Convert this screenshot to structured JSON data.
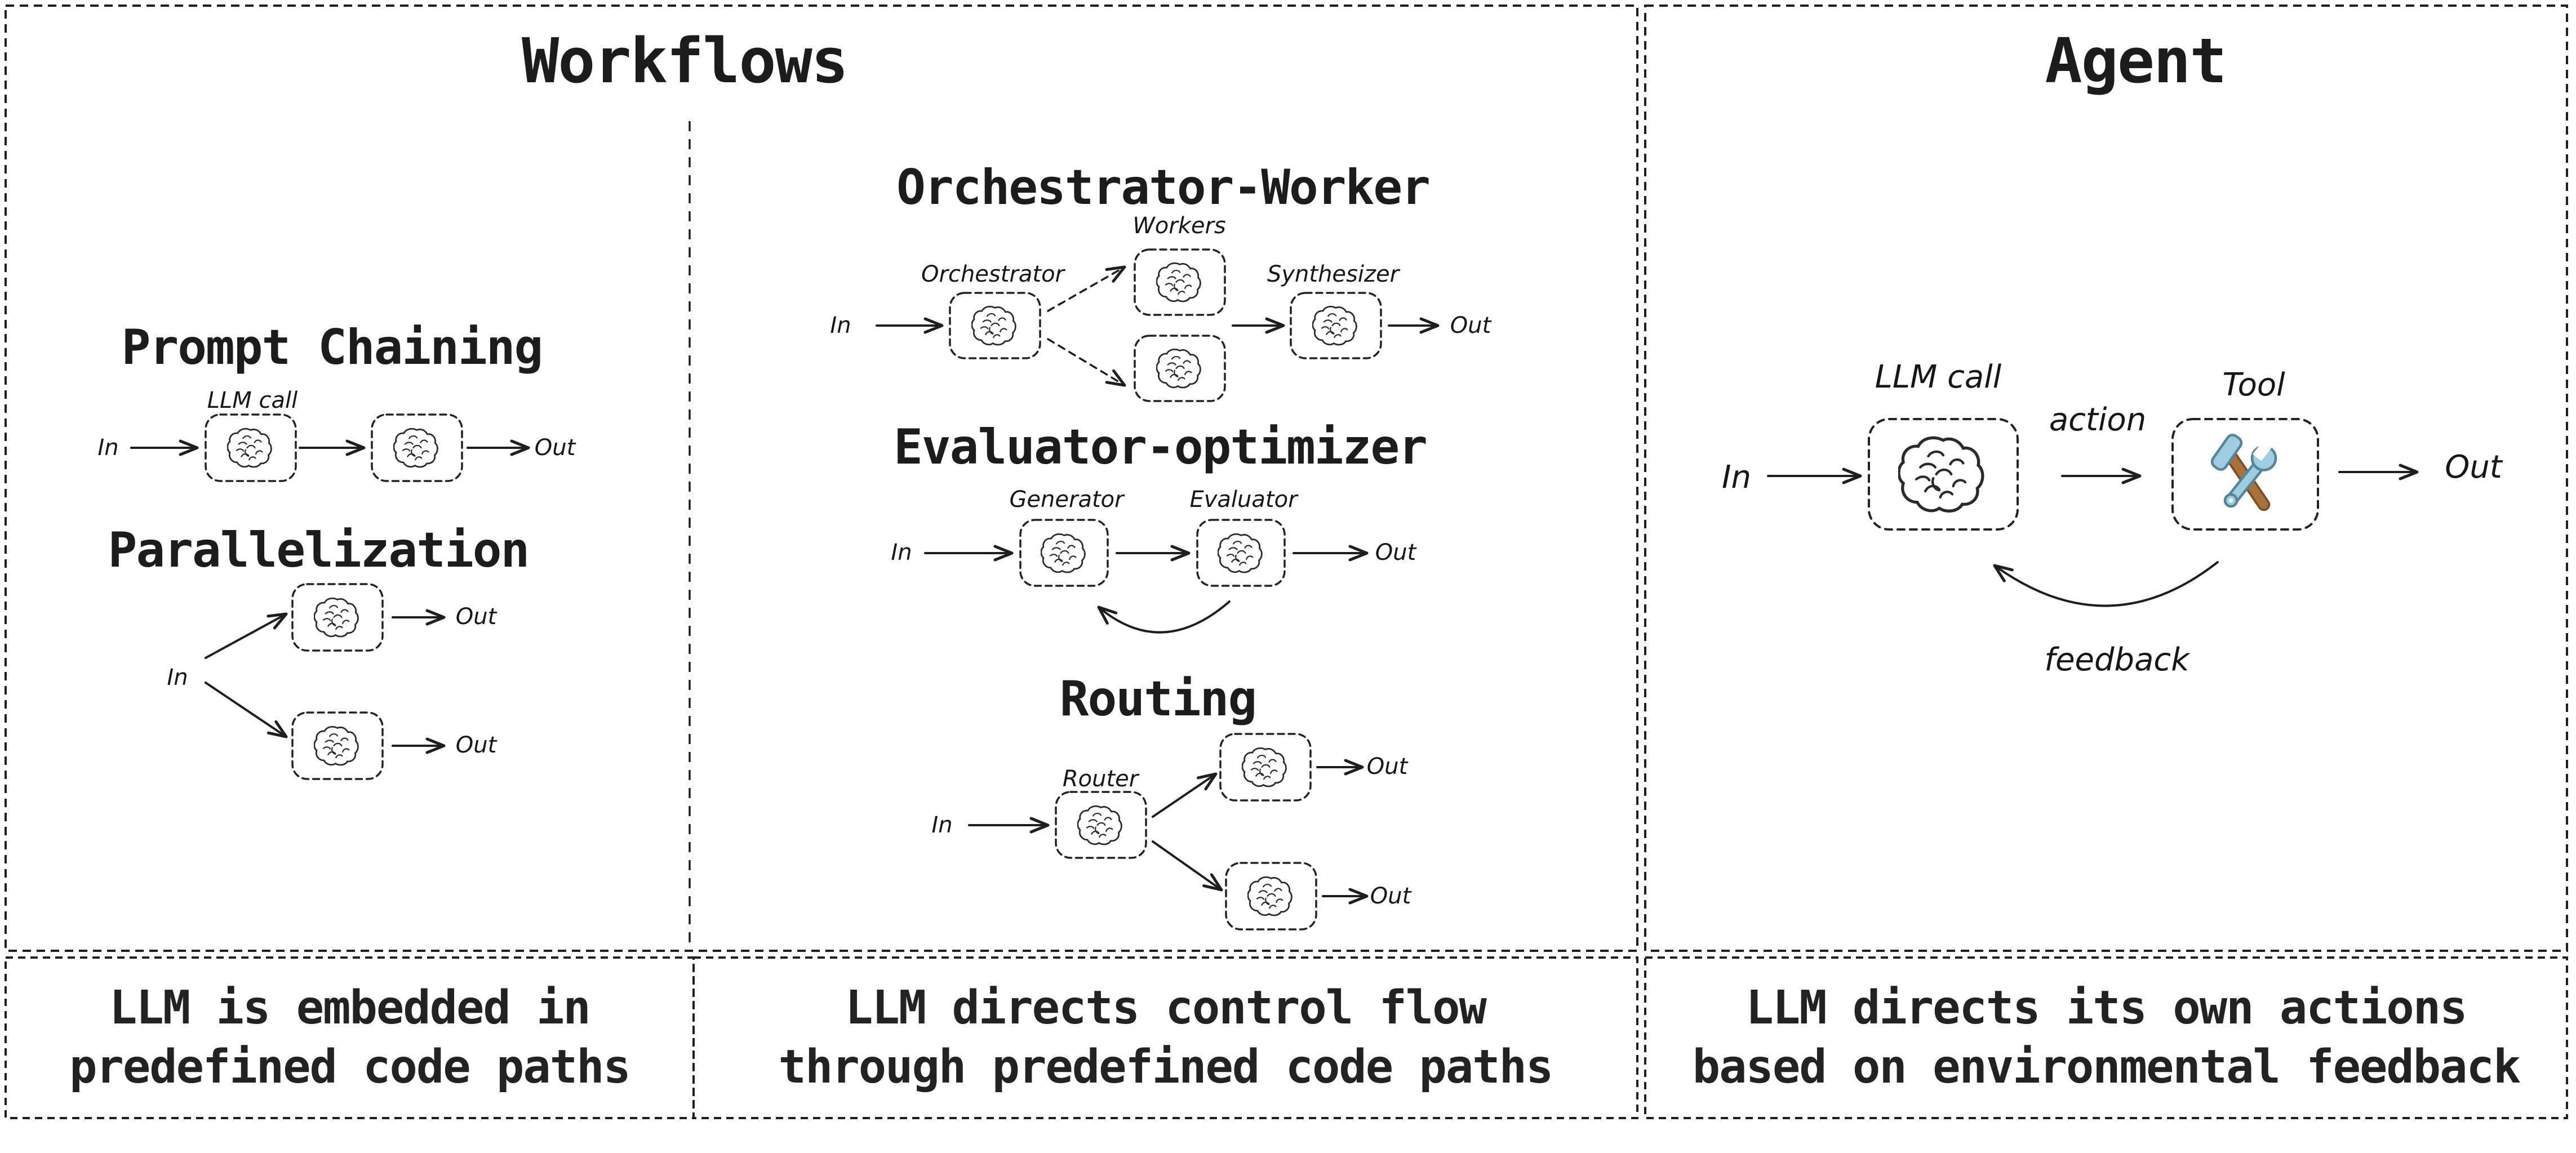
{
  "workflows": {
    "title": "Workflows",
    "prompt_chaining": {
      "heading": "Prompt Chaining",
      "llm_call": "LLM call",
      "in": "In",
      "out": "Out"
    },
    "parallelization": {
      "heading": "Parallelization",
      "in": "In",
      "out_top": "Out",
      "out_bottom": "Out"
    },
    "orchestrator_worker": {
      "heading": "Orchestrator-Worker",
      "workers": "Workers",
      "orchestrator": "Orchestrator",
      "synthesizer": "Synthesizer",
      "in": "In",
      "out": "Out"
    },
    "evaluator_optimizer": {
      "heading": "Evaluator-optimizer",
      "generator": "Generator",
      "evaluator": "Evaluator",
      "in": "In",
      "out": "Out"
    },
    "routing": {
      "heading": "Routing",
      "router": "Router",
      "in": "In",
      "out_top": "Out",
      "out_bottom": "Out"
    }
  },
  "agent": {
    "title": "Agent",
    "llm_call": "LLM call",
    "tool": "Tool",
    "action": "action",
    "in": "In",
    "out": "Out",
    "feedback": "feedback"
  },
  "captions": [
    {
      "line1": "LLM is embedded in",
      "line2": "predefined code paths"
    },
    {
      "line1": "LLM directs control flow",
      "line2": "through predefined code paths"
    },
    {
      "line1": "LLM directs its own actions",
      "line2": "based on environmental feedback"
    }
  ],
  "icons": {
    "brain": "brain-icon",
    "tool": "hammer-wrench-icon"
  },
  "colors": {
    "ink": "#1e1e1e",
    "wrench_blue": "#9fcde0",
    "hammer_brown": "#a9713c"
  }
}
